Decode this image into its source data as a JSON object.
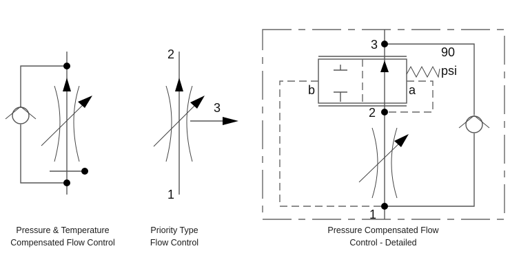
{
  "diagram": {
    "title": "Flow Control Valve Symbols",
    "symbols": [
      {
        "id": "pressure-temperature-compensated",
        "caption_line1": "Pressure & Temperature",
        "caption_line2": "Compensated Flow Control"
      },
      {
        "id": "priority-type",
        "caption_line1": "Priority Type",
        "caption_line2": "Flow Control",
        "ports": {
          "inlet": "1",
          "controlled": "2",
          "bypass": "3"
        }
      },
      {
        "id": "pressure-compensated-detailed",
        "caption_line1": "Pressure Compensated Flow",
        "caption_line2": "Control - Detailed",
        "ports": {
          "p1": "1",
          "p2": "2",
          "p3": "3"
        },
        "spool_pilots": {
          "left": "b",
          "right": "a"
        },
        "spring_setting_value": "90",
        "spring_setting_unit": "psi"
      }
    ],
    "colors": {
      "line": "#555555",
      "ink": "#000000",
      "background": "#ffffff"
    }
  }
}
